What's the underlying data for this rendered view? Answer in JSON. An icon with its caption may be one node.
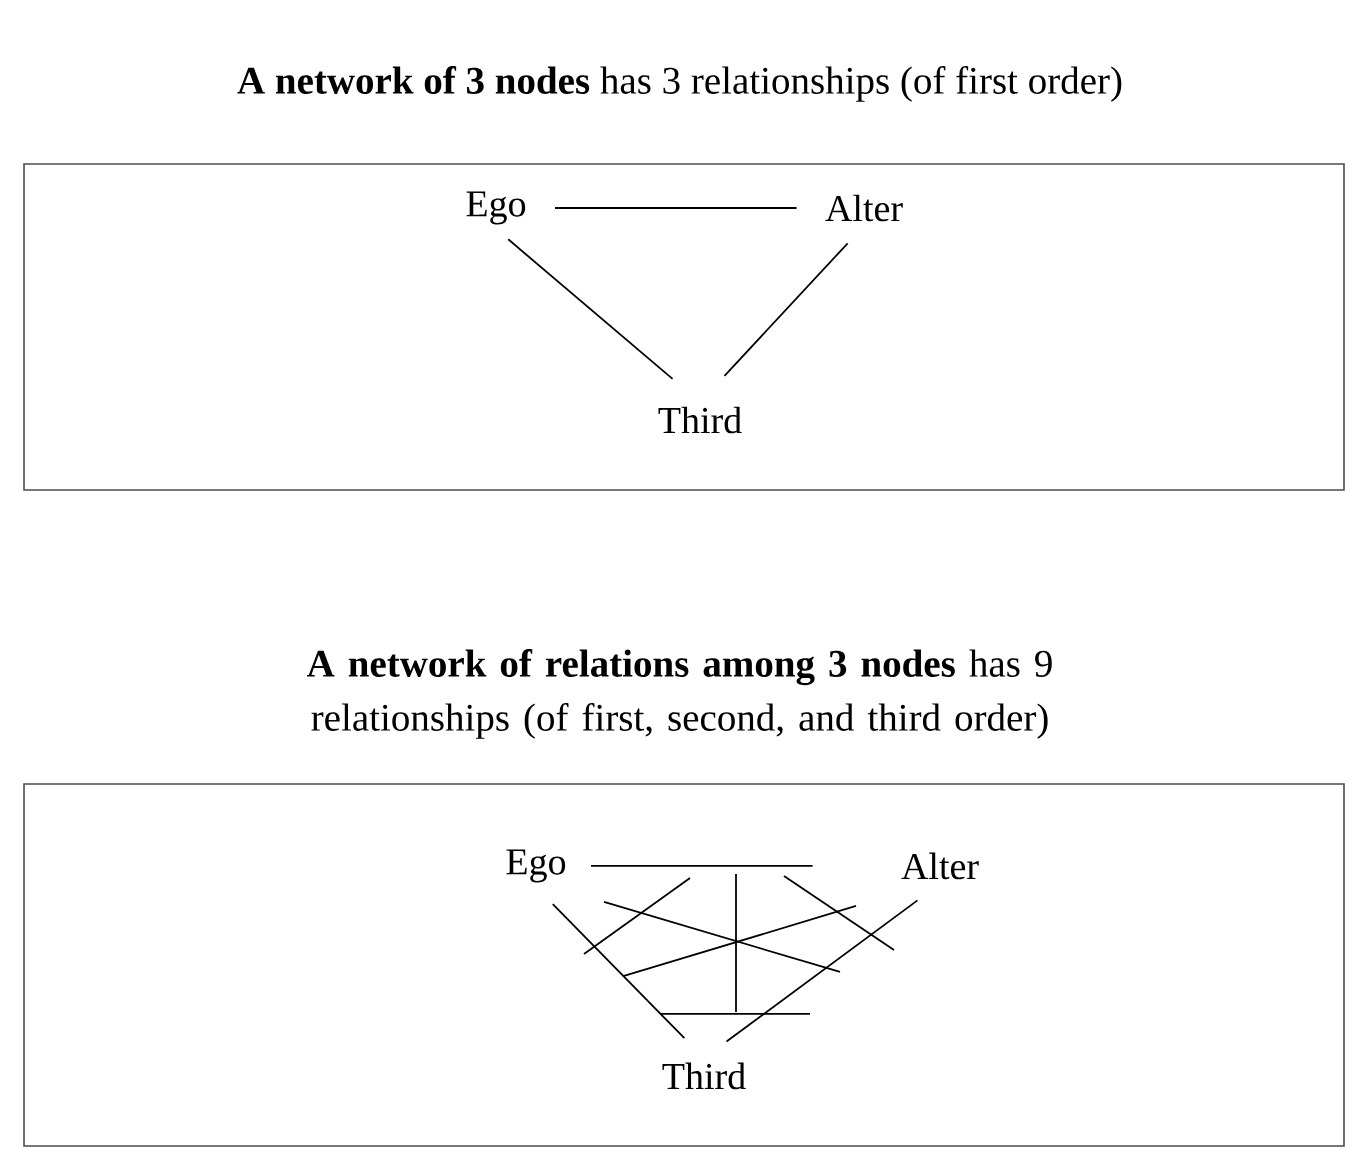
{
  "diagram": {
    "nodes": [
      {
        "text": [],
        "shape": "box"
      },
      {
        "text": [
          "Ego"
        ],
        "in": 0
      },
      {
        "text": [
          "Alter"
        ],
        "in": 0
      },
      {
        "text": [
          "Third"
        ],
        "in": 0
      },
      {
        "text": [],
        "shape": "box"
      },
      {
        "text": [
          "Ego"
        ],
        "in": 4
      },
      {
        "text": [
          "Alter"
        ],
        "in": 4
      },
      {
        "text": [
          "Third"
        ],
        "in": 4
      }
    ],
    "edges": [
      {
        "from": 1,
        "to": 2,
        "arrow": "none"
      },
      {
        "from": 1,
        "to": 3,
        "arrow": "none"
      },
      {
        "from": 2,
        "to": 3,
        "arrow": "none"
      },
      {
        "from": 5,
        "to": 6,
        "arrow": "none"
      },
      {
        "from": 5,
        "to": 7,
        "arrow": "none"
      },
      {
        "from": 6,
        "to": 7,
        "arrow": "none"
      }
    ],
    "labels": [
      "**A network of 3 nodes** has 3 relationships (of first order)",
      "**A network of relations among 3 nodes** has 9 relationships (of first, second, and third order)"
    ]
  }
}
